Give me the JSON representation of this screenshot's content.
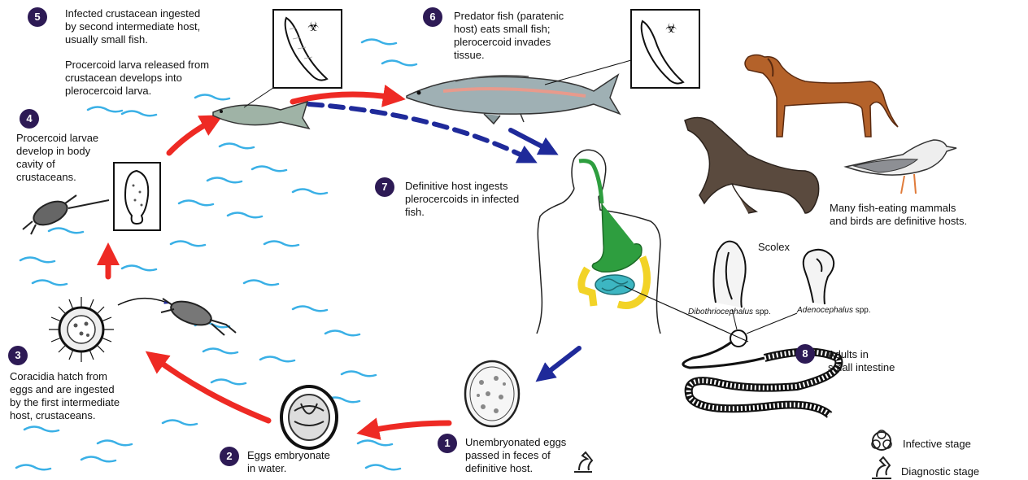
{
  "steps": [
    {
      "number": "1",
      "text": "Unembryonated eggs\npassed in feces of\ndefinitive host."
    },
    {
      "number": "2",
      "text": "Eggs embryonate\nin water."
    },
    {
      "number": "3",
      "text": "Coracidia hatch from\neggs and are ingested\nby the first intermediate\nhost, crustaceans."
    },
    {
      "number": "4",
      "text": "Procercoid larvae\ndevelop in body\ncavity of\ncrustaceans."
    },
    {
      "number": "5",
      "text": "Infected crustacean ingested\nby second intermediate host,\nusually small fish.",
      "text2": "Procercoid larva released from\ncrustacean develops into\nplerocercoid larva."
    },
    {
      "number": "6",
      "text": "Predator fish (paratenic\nhost) eats small fish;\nplerocercoid invades\ntissue."
    },
    {
      "number": "7",
      "text": "Definitive host ingests\nplerocercoids in infected\nfish."
    },
    {
      "number": "8",
      "text": "Adults in\nsmall intestine"
    }
  ],
  "hosts_note": "Many fish-eating mammals\nand birds are definitive hosts.",
  "scolex": {
    "title": "Scolex",
    "species": [
      {
        "genus": "Dibothriocephalus",
        "suffix": " spp."
      },
      {
        "genus": "Adenocephalus",
        "suffix": " spp."
      }
    ]
  },
  "legend": {
    "infective": {
      "label": "Infective stage",
      "icon": "biohazard-icon"
    },
    "diagnostic": {
      "label": "Diagnostic stage",
      "icon": "microscope-icon"
    }
  },
  "colors": {
    "badge": "#2d1a55",
    "red_arrow": "#ee2a24",
    "blue_arrow": "#1f2a9a",
    "water": "#3ab0e6",
    "gut_green": "#2e9e3f",
    "gut_yellow": "#f2d327",
    "gut_teal": "#3db6c2"
  }
}
